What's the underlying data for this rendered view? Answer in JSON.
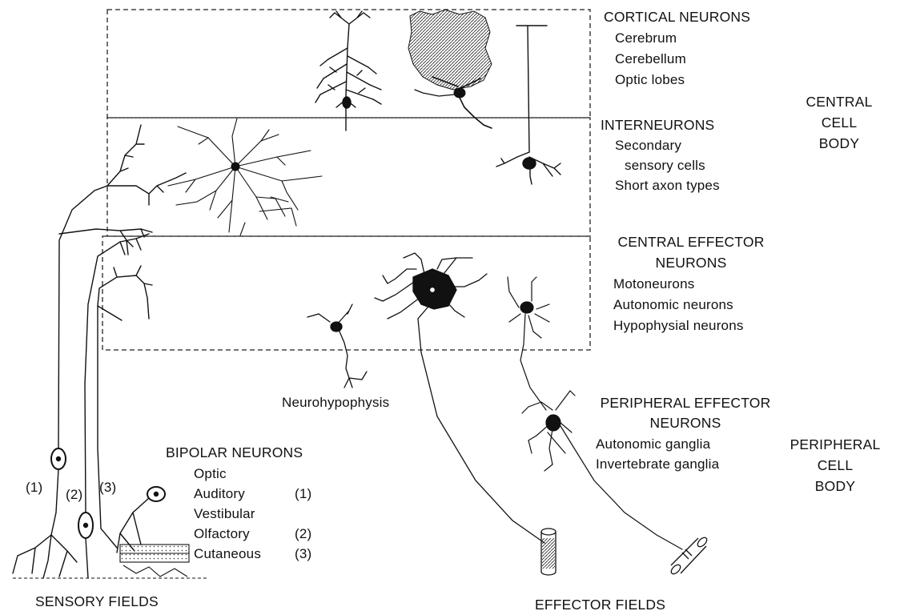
{
  "cortical": {
    "title": "CORTICAL NEURONS",
    "items": [
      "Cerebrum",
      "Cerebellum",
      "Optic lobes"
    ]
  },
  "central_cell_body": [
    "CENTRAL",
    "CELL",
    "BODY"
  ],
  "interneurons": {
    "title": "INTERNEURONS",
    "items": [
      "Secondary",
      "sensory cells",
      "Short axon types"
    ]
  },
  "central_effector": {
    "title_lines": [
      "CENTRAL EFFECTOR",
      "NEURONS"
    ],
    "items": [
      "Motoneurons",
      "Autonomic neurons",
      "Hypophysial neurons"
    ]
  },
  "neurohypophysis": "Neurohypophysis",
  "peripheral_effector": {
    "title_lines": [
      "PERIPHERAL EFFECTOR",
      "NEURONS"
    ],
    "items": [
      "Autonomic ganglia",
      "Invertebrate ganglia"
    ]
  },
  "peripheral_cell_body": [
    "PERIPHERAL",
    "CELL",
    "BODY"
  ],
  "bipolar": {
    "title": "BIPOLAR NEURONS",
    "items": [
      "Optic",
      "Auditory",
      "Vestibular",
      "Olfactory",
      "Cutaneous"
    ],
    "item_markers": [
      "",
      "(1)",
      "",
      "(2)",
      "(3)"
    ]
  },
  "neuron_markers": [
    "(1)",
    "(2)",
    "(3)"
  ],
  "sensory_fields": "SENSORY FIELDS",
  "effector_fields": "EFFECTOR FIELDS"
}
